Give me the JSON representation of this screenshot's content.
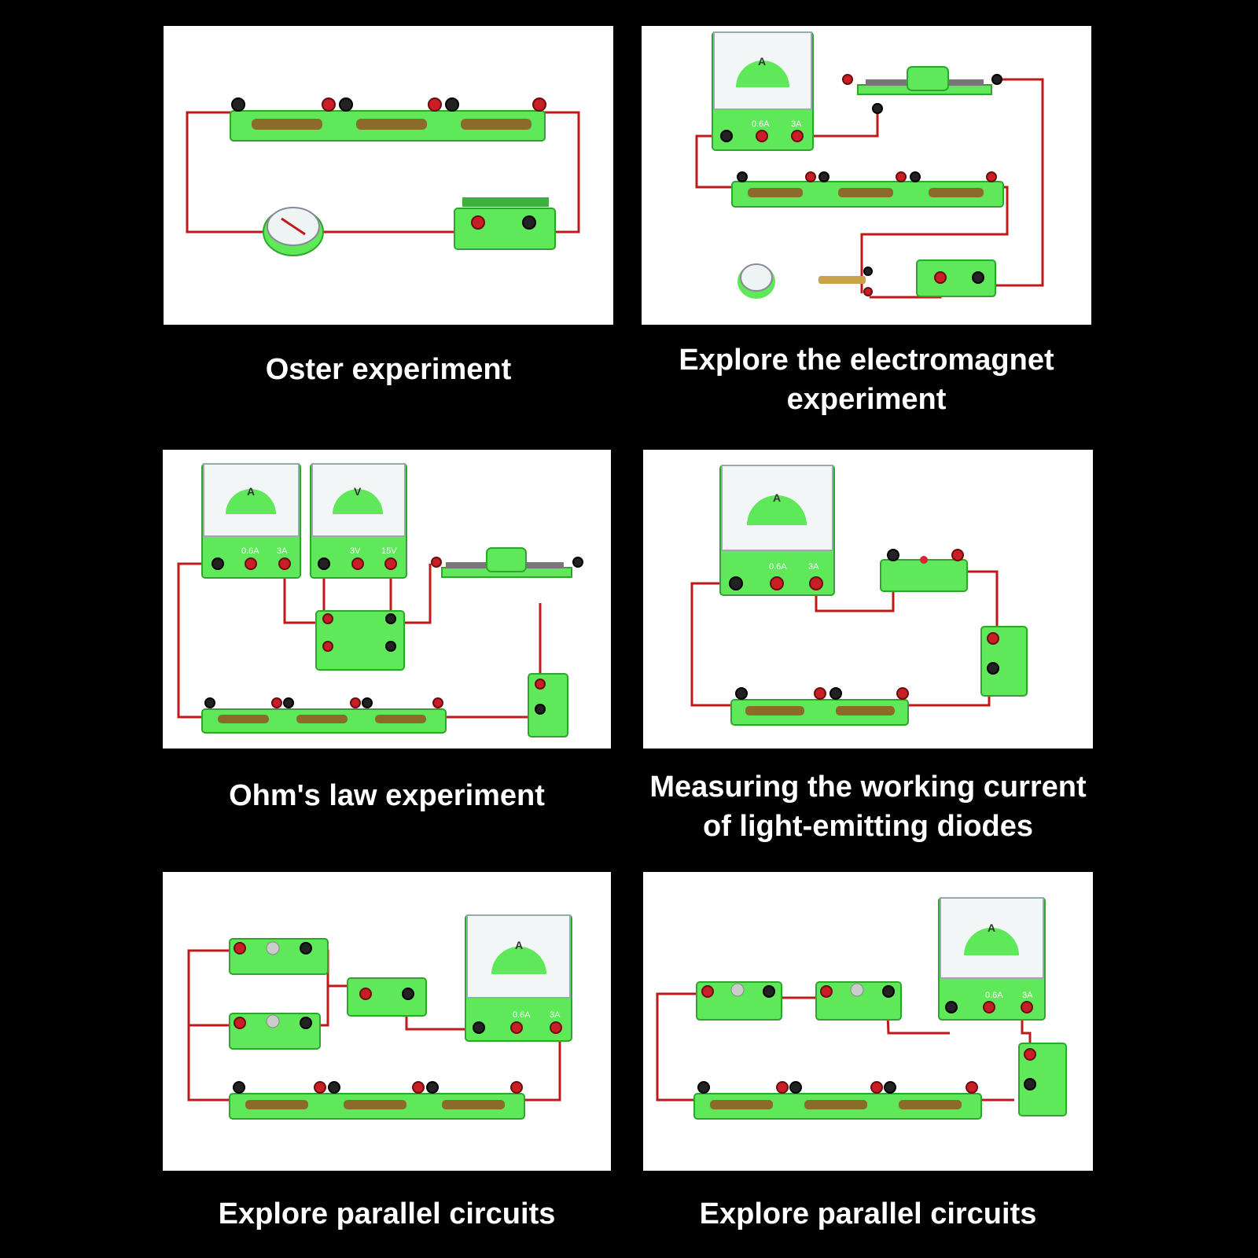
{
  "panels": [
    {
      "id": "p1",
      "caption_lines": [
        "Oster experiment"
      ]
    },
    {
      "id": "p2",
      "caption_lines": [
        "Explore the electromagnet",
        "experiment"
      ]
    },
    {
      "id": "p3",
      "caption_lines": [
        "Ohm's law experiment"
      ]
    },
    {
      "id": "p4",
      "caption_lines": [
        "Measuring the working current",
        "of light-emitting diodes"
      ]
    },
    {
      "id": "p5",
      "caption_lines": [
        "Explore parallel circuits"
      ]
    },
    {
      "id": "p6",
      "caption_lines": [
        "Explore parallel circuits"
      ]
    }
  ],
  "meter_labels": {
    "ammeter_symbol": "A",
    "voltmeter_symbol": "V",
    "range_06a": "0.6A",
    "range_3a": "3A",
    "range_3v": "3V",
    "range_15v": "15V"
  },
  "colors": {
    "background": "#000000",
    "panel": "#ffffff",
    "plastic_green": "#5ee85a",
    "wire_red": "#c0191b"
  }
}
